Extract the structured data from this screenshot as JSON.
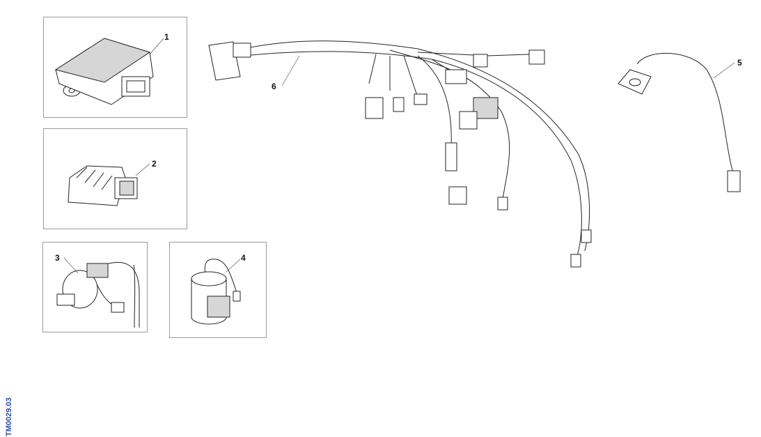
{
  "diagram": {
    "callouts": [
      {
        "number": "1",
        "part": "control-unit"
      },
      {
        "number": "2",
        "part": "voltage-regulator"
      },
      {
        "number": "3",
        "part": "ignition-coil"
      },
      {
        "number": "4",
        "part": "sensor-coil"
      },
      {
        "number": "5",
        "part": "sensor-with-cable"
      },
      {
        "number": "6",
        "part": "main-wiring-harness"
      }
    ],
    "drawing_code": "TM0029.03",
    "accent_color": "#2e4fa0"
  }
}
